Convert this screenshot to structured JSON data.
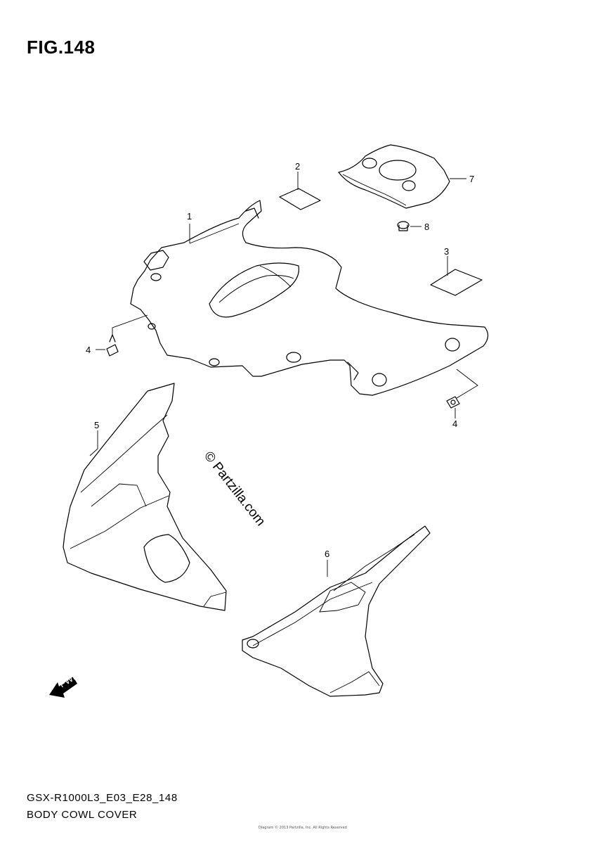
{
  "figure": {
    "title": "FIG.148",
    "model_code": "GSX-R1000L3_E03_E28_148",
    "caption": "BODY COWL COVER",
    "fine_print": "Diagram © 2013 Partzilla, Inc. All Rights Reserved"
  },
  "watermark": "© Partzilla.com",
  "direction_arrow_label": "FWD",
  "callouts": [
    {
      "id": "1",
      "label": "1"
    },
    {
      "id": "2",
      "label": "2"
    },
    {
      "id": "3",
      "label": "3"
    },
    {
      "id": "4a",
      "label": "4"
    },
    {
      "id": "4b",
      "label": "4"
    },
    {
      "id": "5",
      "label": "5"
    },
    {
      "id": "6",
      "label": "6"
    },
    {
      "id": "7",
      "label": "7"
    },
    {
      "id": "8",
      "label": "8"
    }
  ]
}
